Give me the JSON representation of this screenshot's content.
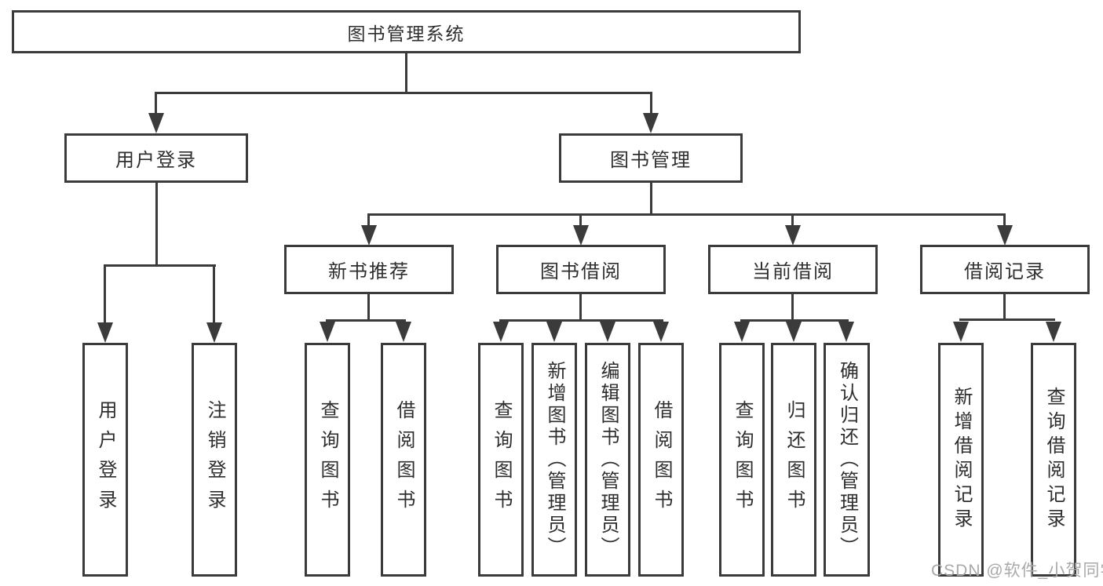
{
  "diagram_type": "hierarchy-tree",
  "colors": {
    "line": "#3b3b3b",
    "box_border": "#3b3b3b",
    "box_background": "#ffffff",
    "text": "#2e2e2e",
    "watermark": "#a9a9a9"
  },
  "tree": {
    "root": {
      "label": "图书管理系统",
      "children": [
        {
          "label": "用户登录",
          "children": [
            {
              "label": "用户登录"
            },
            {
              "label": "注销登录"
            }
          ]
        },
        {
          "label": "图书管理",
          "children": [
            {
              "label": "新书推荐",
              "children": [
                {
                  "label": "查询图书"
                },
                {
                  "label": "借阅图书"
                }
              ]
            },
            {
              "label": "图书借阅",
              "children": [
                {
                  "label": "查询图书"
                },
                {
                  "label": "新增图书（管理员）"
                },
                {
                  "label": "编辑图书（管理员）"
                },
                {
                  "label": "借阅图书"
                }
              ]
            },
            {
              "label": "当前借阅",
              "children": [
                {
                  "label": "查询图书"
                },
                {
                  "label": "归还图书"
                },
                {
                  "label": "确认归还（管理员）"
                }
              ]
            },
            {
              "label": "借阅记录",
              "children": [
                {
                  "label": "新增借阅记录"
                },
                {
                  "label": "查询借阅记录"
                }
              ]
            }
          ]
        }
      ]
    }
  },
  "watermark": {
    "text": "CSDN @软件_小贺同学"
  }
}
